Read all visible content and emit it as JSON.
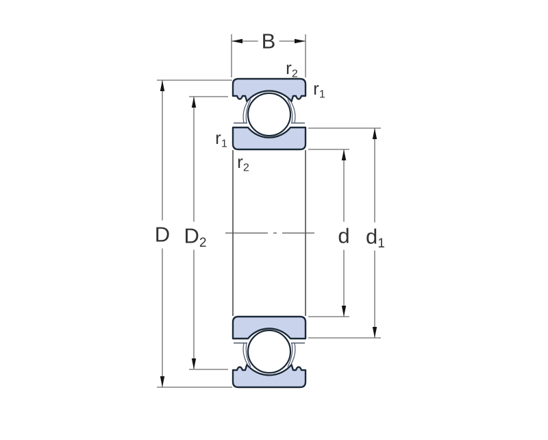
{
  "colors": {
    "background": "#ffffff",
    "ring_fill": "#c9d4ec",
    "ring_stroke": "#1b2837",
    "dim_line": "#6b6b6b",
    "arrow": "#141414",
    "text": "#333333",
    "centerline": "#555555",
    "side_line": "#5c5f63",
    "cage_line": "#4a5568"
  },
  "labels": {
    "B": {
      "base": "B",
      "sub": ""
    },
    "D": {
      "base": "D",
      "sub": ""
    },
    "D2": {
      "base": "D",
      "sub": "2"
    },
    "d": {
      "base": "d",
      "sub": ""
    },
    "d1": {
      "base": "d",
      "sub": "1"
    },
    "r2_top": {
      "base": "r",
      "sub": "2"
    },
    "r1_top": {
      "base": "r",
      "sub": "1"
    },
    "r1_side": {
      "base": "r",
      "sub": "1"
    },
    "r2_side": {
      "base": "r",
      "sub": "2"
    }
  }
}
